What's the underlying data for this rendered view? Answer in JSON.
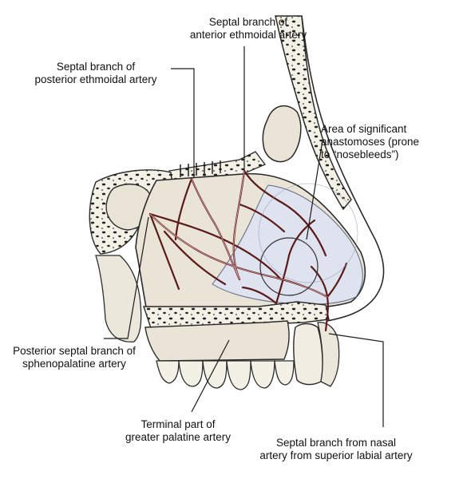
{
  "labels": {
    "anterior_ethmoidal": {
      "line1": "Septal branch of",
      "line2": "anterior ethmoidal artery"
    },
    "posterior_ethmoidal": {
      "line1": "Septal branch of",
      "line2": "posterior ethmoidal artery"
    },
    "anastomoses": {
      "line1": "Area of significant",
      "line2": "anastomoses (prone",
      "line3": "to “nosebleeds”)"
    },
    "sphenopalatine": {
      "line1": "Posterior septal branch of",
      "line2": "sphenopalatine artery"
    },
    "greater_palatine": {
      "line1": "Terminal part of",
      "line2": "greater palatine artery"
    },
    "labial": {
      "line1": "Septal branch from nasal",
      "line2": "artery from superior labial artery"
    }
  },
  "colors": {
    "bone": "#e9e4d6",
    "bone_outline": "#2a2a2a",
    "cartilage_area": "#dfe3ef",
    "artery": "#5a1a1a",
    "artery_highlight": "#d7a5a5",
    "leader": "#1a1a1a"
  }
}
